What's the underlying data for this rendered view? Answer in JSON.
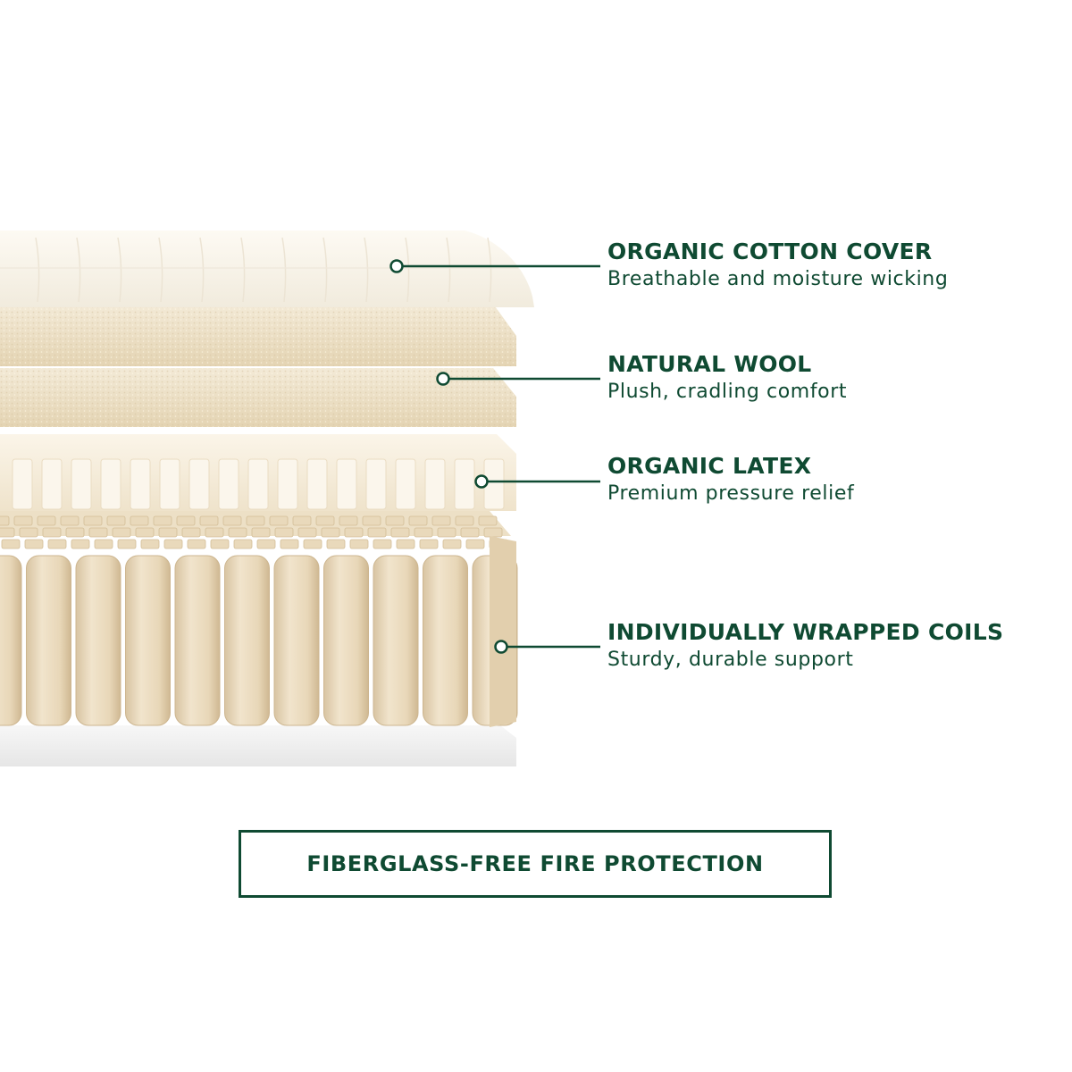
{
  "colors": {
    "accent": "#0f4a32",
    "cover": "#fbf7ee",
    "wool": "#ece0c8",
    "latex": "#f5ecda",
    "coils": "#ead9bc",
    "base": "#f2f2f2"
  },
  "layers": [
    {
      "title": "ORGANIC COTTON COVER",
      "subtitle": "Breathable and moisture wicking"
    },
    {
      "title": "NATURAL WOOL",
      "subtitle": "Plush, cradling comfort"
    },
    {
      "title": "ORGANIC LATEX",
      "subtitle": "Premium pressure relief"
    },
    {
      "title": "INDIVIDUALLY WRAPPED COILS",
      "subtitle": "Sturdy, durable support"
    }
  ],
  "fire_protection": {
    "label": "FIBERGLASS-FREE FIRE PROTECTION"
  },
  "illustration": {
    "icon": "mattress-cross-section-icon"
  }
}
